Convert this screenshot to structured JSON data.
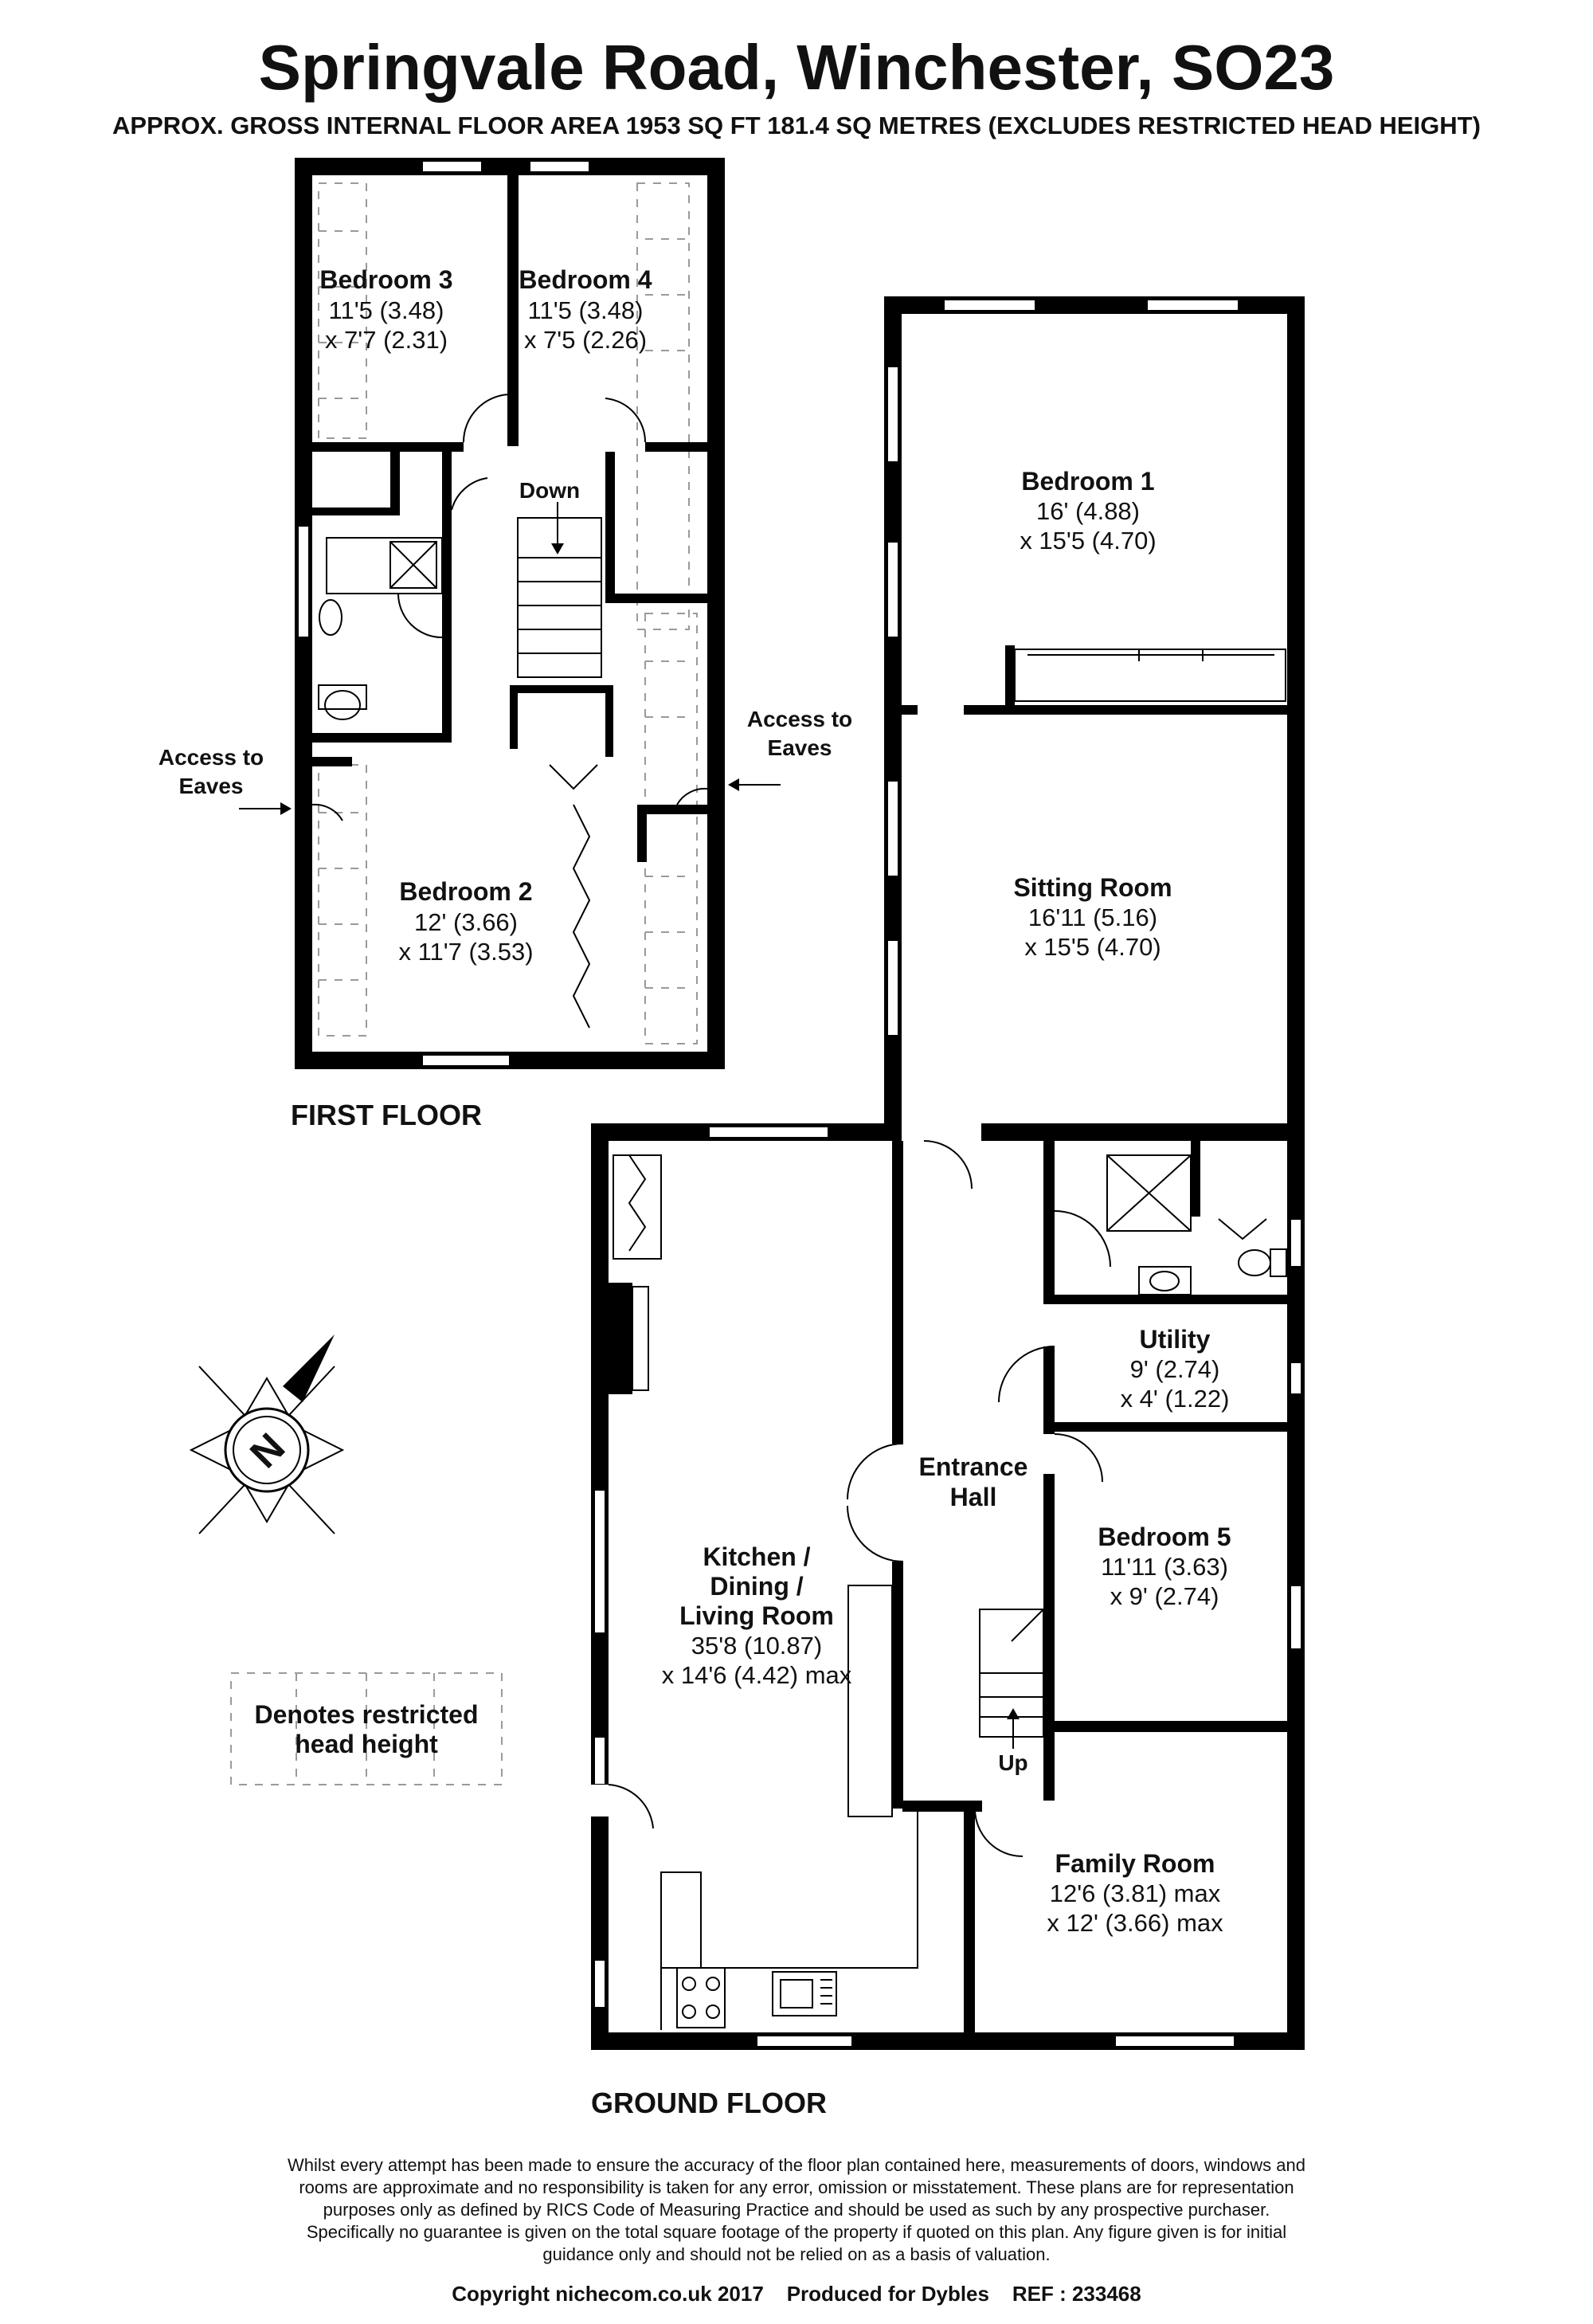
{
  "header": {
    "title": "Springvale Road, Winchester, SO23",
    "subtitle": "APPROX. GROSS INTERNAL FLOOR AREA 1953 SQ FT 181.4 SQ METRES (EXCLUDES RESTRICTED HEAD HEIGHT)"
  },
  "first_floor": {
    "label": "FIRST FLOOR",
    "rooms": {
      "bedroom3": {
        "name": "Bedroom 3",
        "dim1": "11'5 (3.48)",
        "dim2": "x 7'7 (2.31)"
      },
      "bedroom4": {
        "name": "Bedroom 4",
        "dim1": "11'5 (3.48)",
        "dim2": "x 7'5 (2.26)"
      },
      "bedroom2": {
        "name": "Bedroom 2",
        "dim1": "12' (3.66)",
        "dim2": "x 11'7 (3.53)"
      }
    },
    "stairs_label": "Down",
    "eaves_left": [
      "Access to",
      "Eaves"
    ],
    "eaves_right": [
      "Access to",
      "Eaves"
    ]
  },
  "ground_floor": {
    "label": "GROUND FLOOR",
    "rooms": {
      "bedroom1": {
        "name": "Bedroom 1",
        "dim1": "16' (4.88)",
        "dim2": "x 15'5 (4.70)"
      },
      "sitting": {
        "name": "Sitting Room",
        "dim1": "16'11 (5.16)",
        "dim2": "x 15'5 (4.70)"
      },
      "utility": {
        "name": "Utility",
        "dim1": "9' (2.74)",
        "dim2": "x 4' (1.22)"
      },
      "hall": {
        "name1": "Entrance",
        "name2": "Hall"
      },
      "bedroom5": {
        "name": "Bedroom 5",
        "dim1": "11'11 (3.63)",
        "dim2": "x 9' (2.74)"
      },
      "kitchen": {
        "name1": "Kitchen /",
        "name2": "Dining /",
        "name3": "Living Room",
        "dim1": "35'8 (10.87)",
        "dim2": "x 14'6 (4.42) max"
      },
      "family": {
        "name": "Family Room",
        "dim1": "12'6 (3.81) max",
        "dim2": "x 12' (3.66) max"
      }
    },
    "stairs_label": "Up"
  },
  "legend": {
    "line1": "Denotes restricted",
    "line2": "head height"
  },
  "compass": {
    "letter": "N"
  },
  "disclaimer": [
    "Whilst every attempt has been made to ensure the accuracy of the floor plan contained here, measurements of doors, windows and",
    "rooms are approximate and no responsibility is taken for any error, omission or misstatement. These plans are for representation",
    "purposes only as defined by RICS Code of Measuring Practice and should be used as such by any prospective purchaser.",
    "Specifically no guarantee is given on the total square footage of the property if quoted on this plan. Any figure given is for initial",
    "guidance only and should not be relied on as a basis of valuation."
  ],
  "footer": "Copyright nichecom.co.uk 2017    Produced for Dybles    REF : 233468"
}
